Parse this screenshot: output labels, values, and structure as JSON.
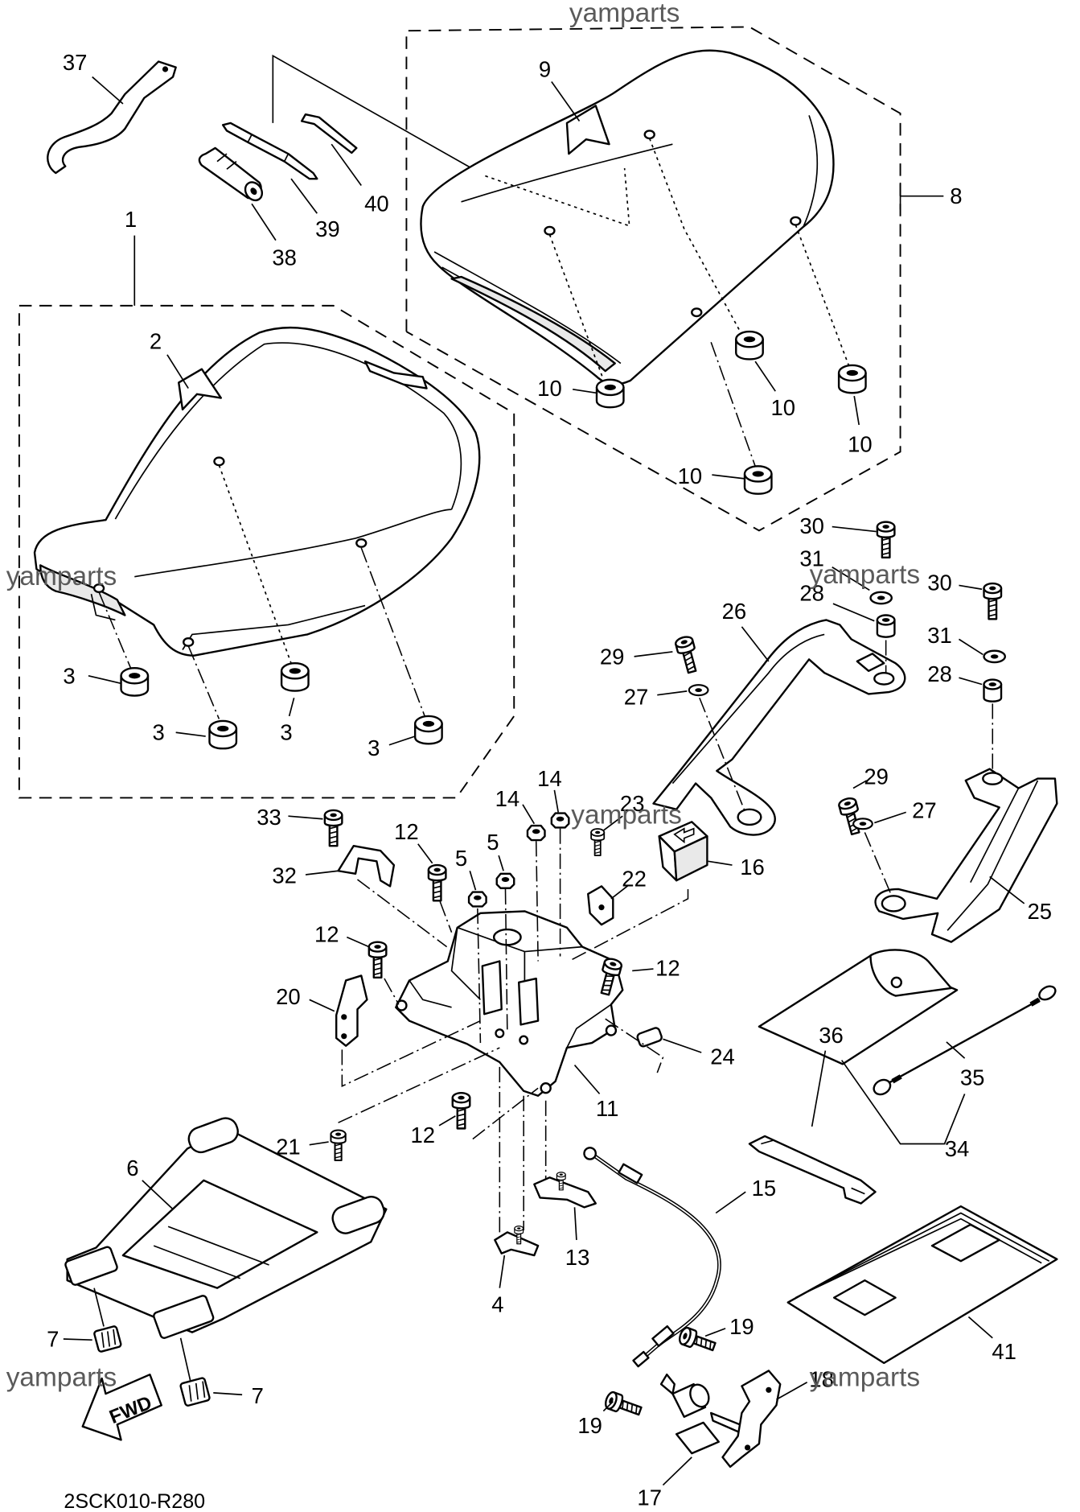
{
  "watermark": "yamparts",
  "diagram_code": "2SCK010-R280",
  "fwd_label": "FWD",
  "callouts": [
    "37",
    "9",
    "8",
    "40",
    "39",
    "38",
    "1",
    "2",
    "10",
    "10",
    "10",
    "10",
    "3",
    "3",
    "3",
    "3",
    "30",
    "31",
    "28",
    "30",
    "31",
    "28",
    "26",
    "29",
    "27",
    "29",
    "27",
    "25",
    "33",
    "14",
    "14",
    "23",
    "12",
    "5",
    "5",
    "22",
    "16",
    "32",
    "12",
    "12",
    "20",
    "24",
    "11",
    "12",
    "21",
    "35",
    "34",
    "36",
    "6",
    "15",
    "13",
    "4",
    "7",
    "7",
    "41",
    "19",
    "18",
    "19",
    "17"
  ]
}
